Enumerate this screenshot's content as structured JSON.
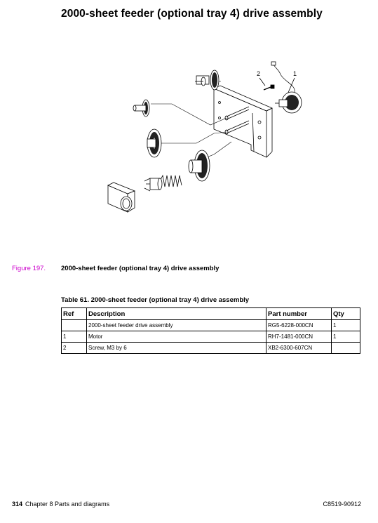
{
  "heading": "2000-sheet feeder (optional tray 4) drive assembly",
  "figure": {
    "callouts": [
      "2",
      "1"
    ],
    "caption_label": "Figure 197.",
    "caption_title": "2000-sheet feeder (optional tray 4) drive assembly"
  },
  "table": {
    "title": "Table 61.  2000-sheet feeder (optional tray 4) drive assembly",
    "headers": [
      "Ref",
      "Description",
      "Part number",
      "Qty"
    ],
    "rows": [
      [
        "",
        "2000-sheet feeder drive assembly",
        "RG5-6228-000CN",
        "1"
      ],
      [
        "1",
        "Motor",
        "RH7-1481-000CN",
        "1"
      ],
      [
        "2",
        "Screw, M3 by 6",
        "XB2-6300-607CN",
        ""
      ]
    ]
  },
  "footer": {
    "page_number": "314",
    "chapter": "Chapter 8 Parts and diagrams",
    "doc_id": "C8519-90912"
  }
}
